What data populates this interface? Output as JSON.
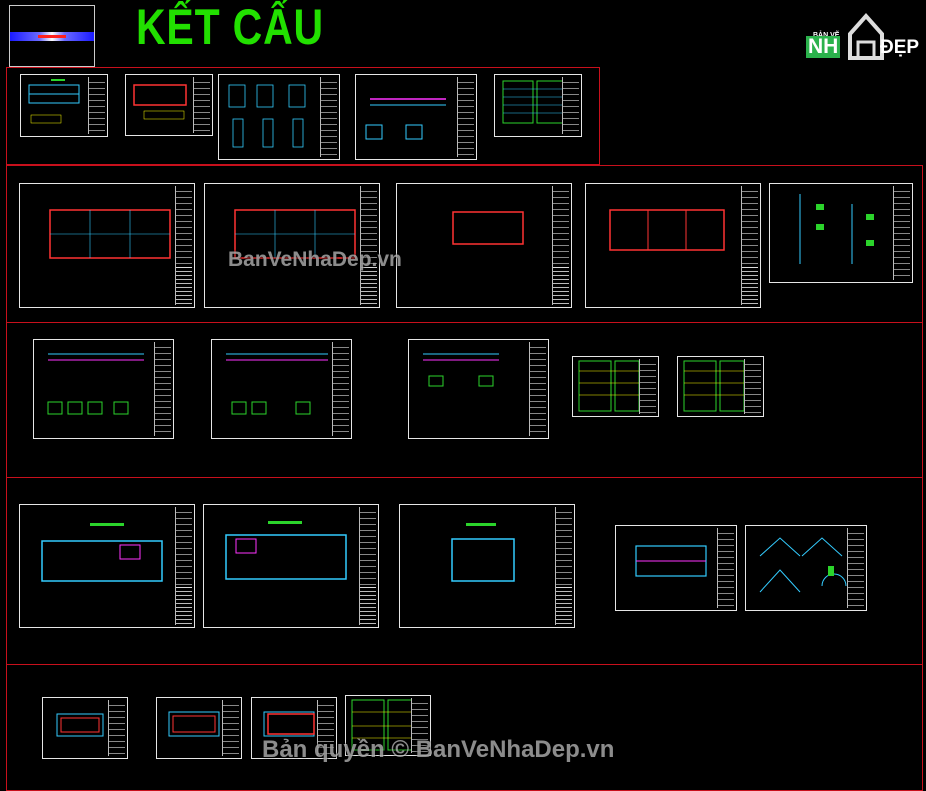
{
  "title": "KẾT CẤU",
  "logo": {
    "top_text": "BẢN VẼ",
    "left_text": "NH",
    "right_text": "ĐẸP"
  },
  "watermark_center": "BanVeNhaDep.vn",
  "watermark_bottom": "Bản quyền © BanVeNhaDep.vn",
  "colors": {
    "title": "#22e000",
    "section_frame": "#c8101c",
    "sheet_border": "#e6e6e6",
    "logo_green": "#2bb24c"
  }
}
